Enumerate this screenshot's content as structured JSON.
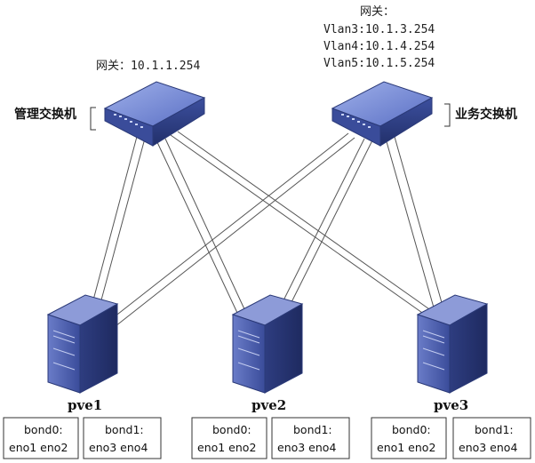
{
  "switches": {
    "mgmt": {
      "label": "管理交换机",
      "gateway_lines": [
        "网关：10.1.1.254"
      ]
    },
    "biz": {
      "label": "业务交换机",
      "gateway_lines": [
        "网关：",
        "Vlan3:10.1.3.254",
        "Vlan4:10.1.4.254",
        "Vlan5:10.1.5.254"
      ]
    }
  },
  "servers": [
    {
      "name": "pve1",
      "bonds": [
        {
          "title": "bond0:",
          "ports": "eno1 eno2"
        },
        {
          "title": "bond1:",
          "ports": "eno3 eno4"
        }
      ]
    },
    {
      "name": "pve2",
      "bonds": [
        {
          "title": "bond0:",
          "ports": "eno1 eno2"
        },
        {
          "title": "bond1:",
          "ports": "eno3 eno4"
        }
      ]
    },
    {
      "name": "pve3",
      "bonds": [
        {
          "title": "bond0:",
          "ports": "eno1 eno2"
        },
        {
          "title": "bond1:",
          "ports": "eno3 eno4"
        }
      ]
    }
  ],
  "colors": {
    "device_dark": "#2b3a78",
    "device_mid": "#4a5fb0",
    "device_light": "#8d9bd8",
    "cable": "#555555"
  }
}
